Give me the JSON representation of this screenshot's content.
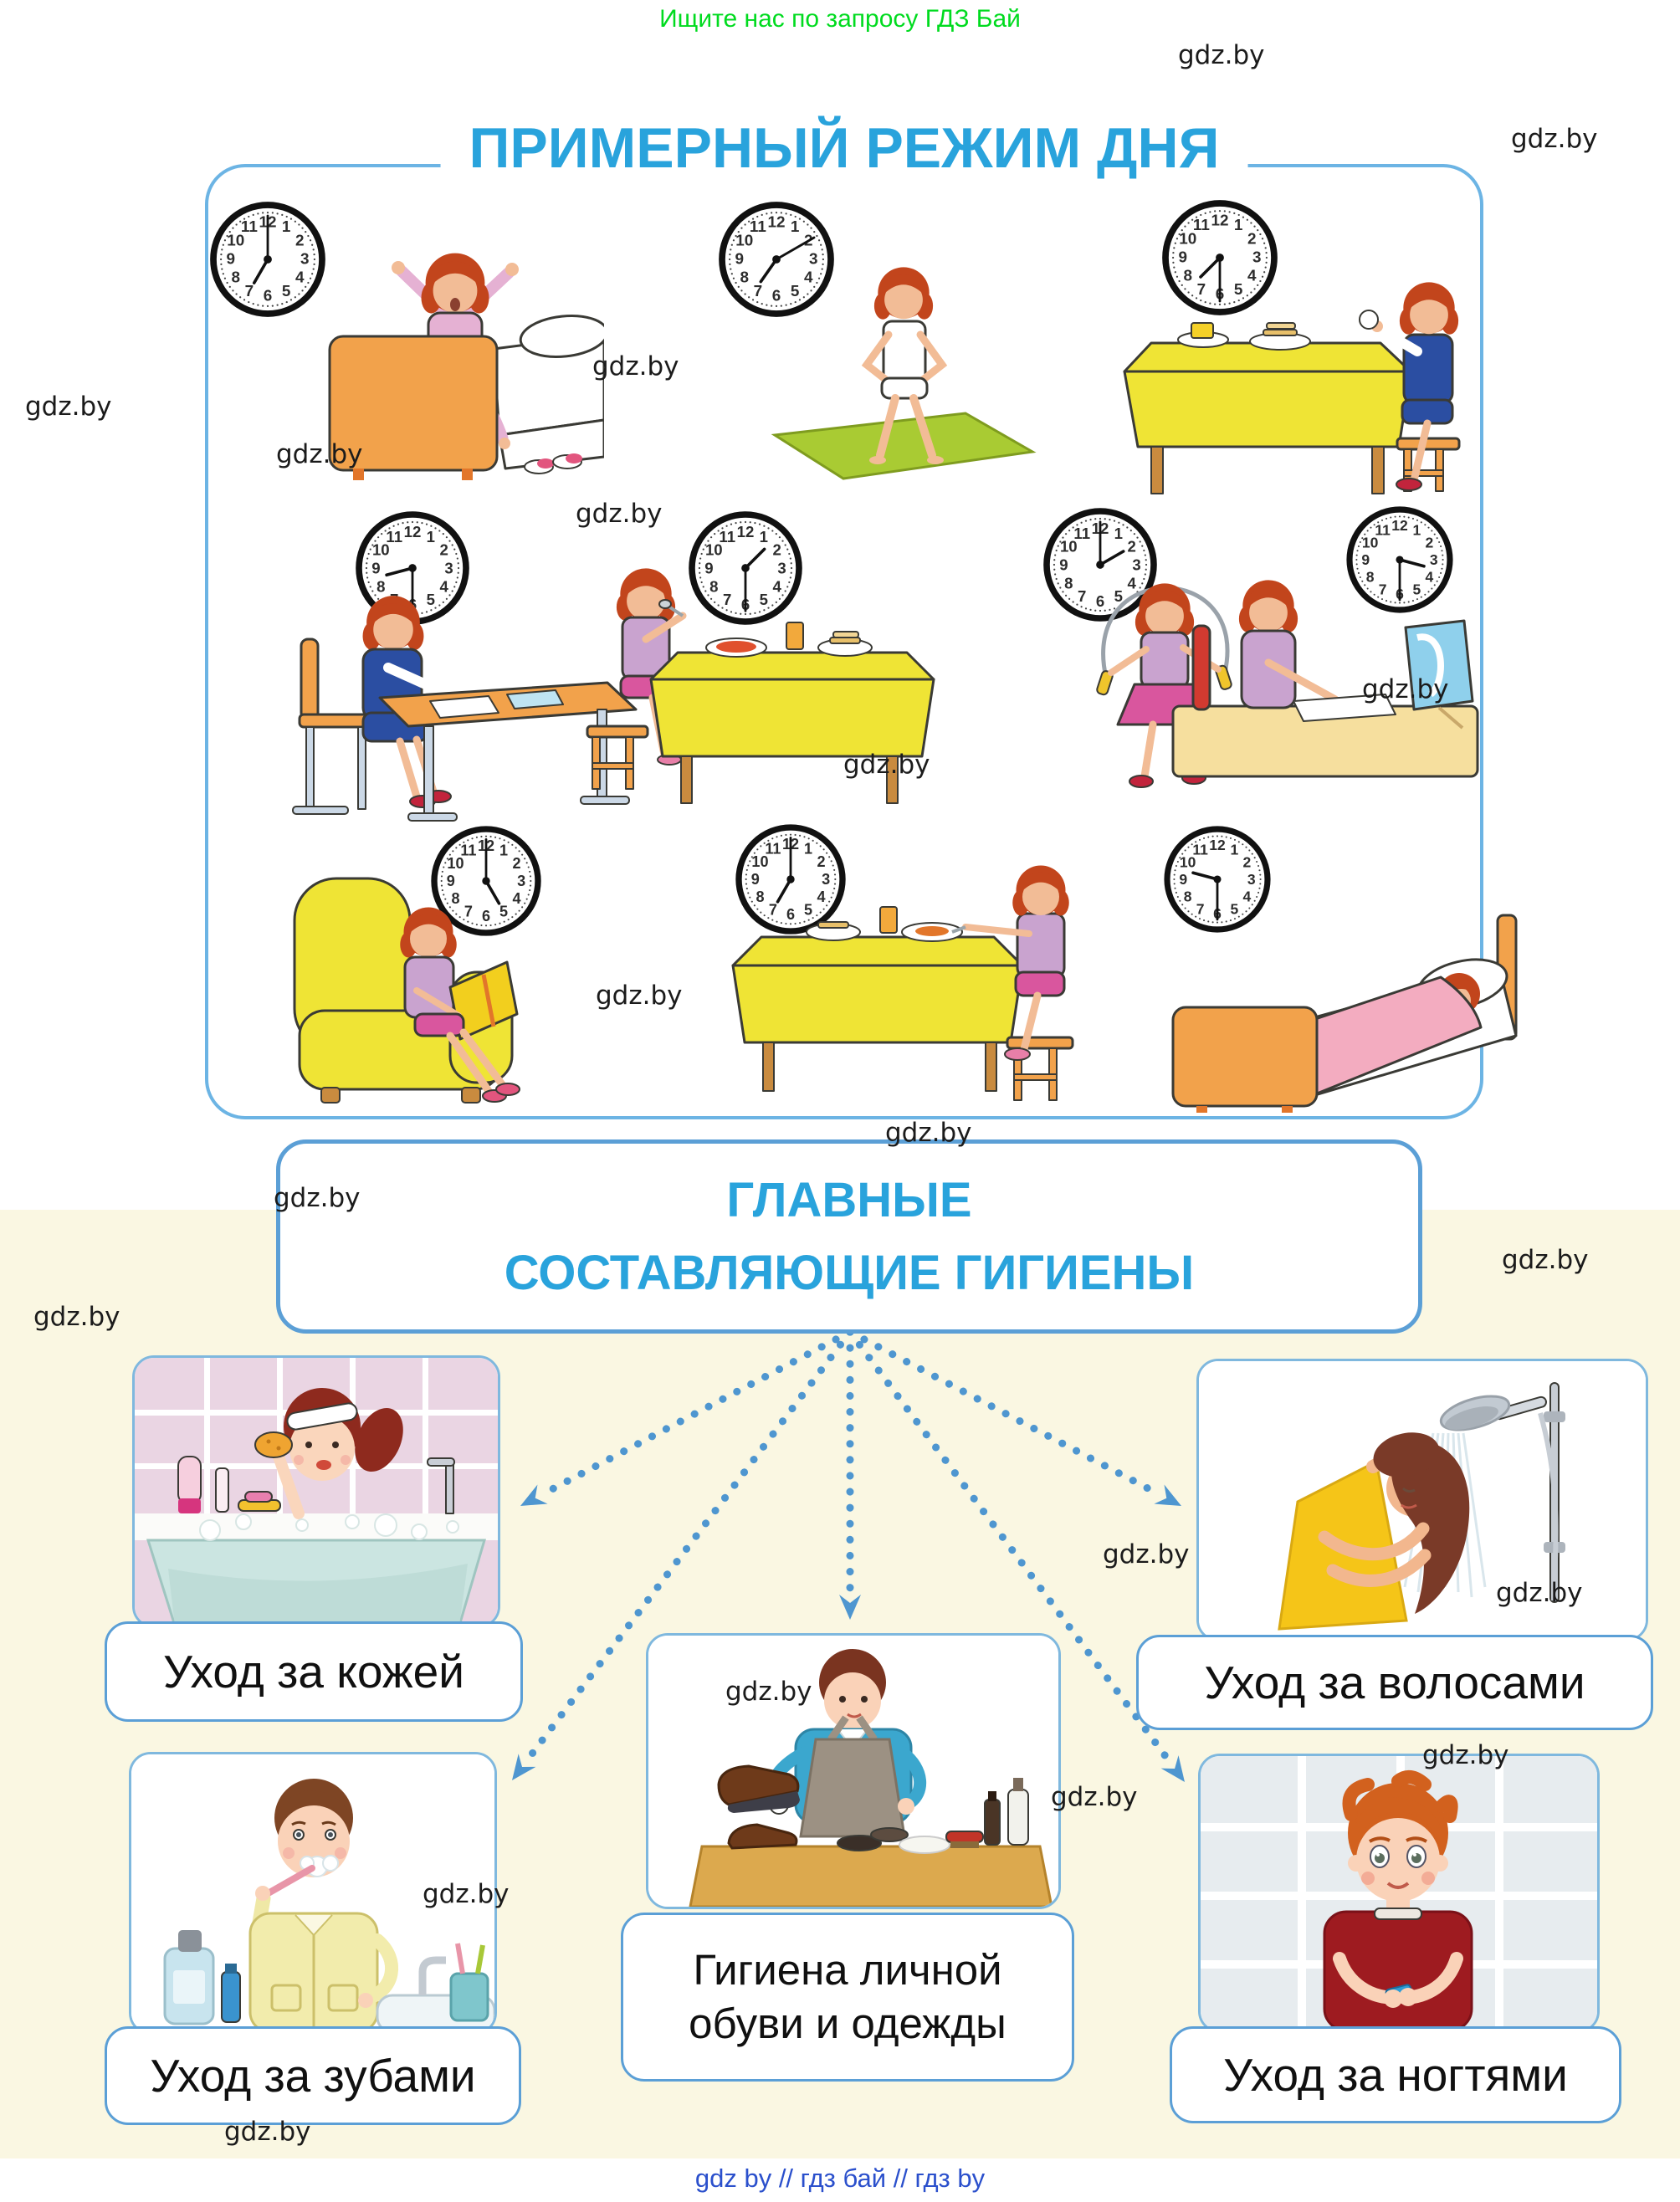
{
  "page": {
    "promo_header": "Ищите нас по запросу ГДЗ Бай",
    "watermark": "gdz.by",
    "footer": "gdz by  //  гдз бай  //  гдз by"
  },
  "palette": {
    "hair": "#C2451C",
    "skin": "#F2BC96",
    "skin_light": "#FAD2B8",
    "orange_wood": "#F2A24B",
    "orange_deep": "#E2762A",
    "yellow_table": "#EFE435",
    "green_mat": "#A9CB33",
    "pink_pj": "#E5B1D3",
    "pink_skirt": "#D9569E",
    "lilac_top": "#C9A3CF",
    "blue_dress": "#2B4EA2",
    "red_shoes": "#C2243C",
    "tan_wood": "#C98B3F",
    "panel_border": "#6CB4E4",
    "title_blue": "#29A3DC",
    "arrow_blue": "#4E96D0",
    "bg_yellow": "#FAF7E2",
    "footer_blue": "#2B50CC",
    "promo_green": "#00DB1F",
    "label_border": "#5B9FD6"
  },
  "clock": {
    "numerals": [
      1,
      2,
      3,
      4,
      5,
      6,
      7,
      8,
      9,
      10,
      11,
      12
    ]
  },
  "daily_routine": {
    "title": "ПРИМЕРНЫЙ РЕЖИМ ДНЯ",
    "scenes": [
      {
        "name": "waking-up",
        "time": "7:00"
      },
      {
        "name": "morning-exercise",
        "time": "7:10"
      },
      {
        "name": "breakfast",
        "time": "7:30"
      },
      {
        "name": "school-lessons",
        "time": "8:30"
      },
      {
        "name": "lunch",
        "time": "13:30"
      },
      {
        "name": "jump-rope-walk",
        "time": "14:00"
      },
      {
        "name": "homework",
        "time": "15:30"
      },
      {
        "name": "reading",
        "time": "17:00"
      },
      {
        "name": "dinner",
        "time": "19:00"
      },
      {
        "name": "sleep",
        "time": "21:30"
      }
    ]
  },
  "hygiene": {
    "title_line1": "ГЛАВНЫЕ",
    "title_line2": "СОСТАВЛЯЮЩИЕ ГИГИЕНЫ",
    "cards": [
      {
        "name": "skin-care",
        "label": "Уход за кожей"
      },
      {
        "name": "hair-care",
        "label": "Уход за волосами"
      },
      {
        "name": "teeth-care",
        "label": "Уход за зубами"
      },
      {
        "name": "shoes-clothes-hygiene",
        "label": "Гигиена личной обуви и одежды",
        "label_line1": "Гигиена личной",
        "label_line2": "обуви и одежды"
      },
      {
        "name": "nail-care",
        "label": "Уход за ногтями"
      }
    ]
  }
}
